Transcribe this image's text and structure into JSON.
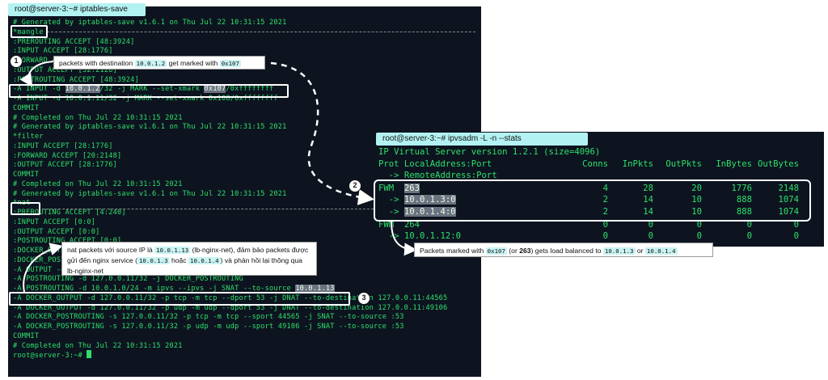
{
  "left_terminal": {
    "title": "root@server-3:~# iptables-save",
    "lines": [
      "# Generated by iptables-save v1.6.1 on Thu Jul 22 10:31:15 2021",
      "*mangle",
      ":PREROUTING ACCEPT [48:3924]",
      ":INPUT ACCEPT [28:1776]",
      ":FORWARD ACCEPT [0:0]",
      ":OUTPUT ACCEPT [32:2128]",
      ":POSTROUTING ACCEPT [48:3924]",
      "-A INPUT -d 10.0.1.2/32 -j MARK --set-xmark 0x107/0xffffffff",
      "-A INPUT -d 10.0.1.11/32 -j MARK --set-xmark 0x108/0xffffffff",
      "COMMIT",
      "# Completed on Thu Jul 22 10:31:15 2021",
      "# Generated by iptables-save v1.6.1 on Thu Jul 22 10:31:15 2021",
      "*filter",
      ":INPUT ACCEPT [28:1776]",
      ":FORWARD ACCEPT [20:2148]",
      ":OUTPUT ACCEPT [28:1776]",
      "COMMIT",
      "# Completed on Thu Jul 22 10:31:15 2021",
      "# Generated by iptables-save v1.6.1 on Thu Jul 22 10:31:15 2021",
      "*nat",
      ":PREROUTING ACCEPT [4:240]",
      ":INPUT ACCEPT [0:0]",
      ":OUTPUT ACCEPT [0:0]",
      ":POSTROUTING ACCEPT [0:0]",
      ":DOCKER_OUTPUT - [0:0]",
      ":DOCKER_POSTROUTING - [0:0]",
      "-A OUTPUT -d 127.0.0.11/32 -j DOCKER_OUTPUT",
      "-A POSTROUTING -d 127.0.0.11/32 -j DOCKER_POSTROUTING",
      "-A POSTROUTING -d 10.0.1.0/24 -m ipvs --ipvs -j SNAT --to-source 10.0.1.13",
      "-A DOCKER_OUTPUT -d 127.0.0.11/32 -p tcp -m tcp --dport 53 -j DNAT --to-destination 127.0.0.11:44565",
      "-A DOCKER_OUTPUT -d 127.0.0.11/32 -p udp -m udp --dport 53 -j DNAT --to-destination 127.0.0.11:49106",
      "-A DOCKER_POSTROUTING -s 127.0.0.11/32 -p tcp -m tcp --sport 44565 -j SNAT --to-source :53",
      "-A DOCKER_POSTROUTING -s 127.0.0.11/32 -p udp -m udp --sport 49106 -j SNAT --to-source :53",
      "COMMIT",
      "# Completed on Thu Jul 22 10:31:15 2021",
      "root@server-3:~# "
    ],
    "mark_rule": {
      "prefix": "-A INPUT -d ",
      "ip": "10.0.1.2",
      "mid": "/32 -j MARK --set-xmark ",
      "mark": "0x107",
      "suffix": "/0xffffffff"
    },
    "snat_rule": {
      "prefix": "-A POSTROUTING -d 10.0.1.0/24 -m ipvs --ipvs -j SNAT --to-source ",
      "ip": "10.0.1.13"
    }
  },
  "right_terminal": {
    "title": "root@server-3:~# ipvsadm -L -n --stats",
    "version_line": "IP Virtual Server version 1.2.1 (size=4096)",
    "header_left": "Prot LocalAddress:Port",
    "header_cols": [
      "Conns",
      "InPkts",
      "OutPkts",
      "InBytes",
      "OutBytes"
    ],
    "subheader": "  -> RemoteAddress:Port",
    "rows": [
      {
        "left": "FWM  ",
        "addr": "263",
        "vals": [
          "4",
          "28",
          "20",
          "1776",
          "2148"
        ]
      },
      {
        "left": "  -> ",
        "addr": "10.0.1.3:0",
        "vals": [
          "2",
          "14",
          "10",
          "888",
          "1074"
        ]
      },
      {
        "left": "  -> ",
        "addr": "10.0.1.4:0",
        "vals": [
          "2",
          "14",
          "10",
          "888",
          "1074"
        ]
      },
      {
        "left": "FWM  ",
        "addr": "264",
        "vals": [
          "0",
          "0",
          "0",
          "0",
          "0"
        ]
      },
      {
        "left": "  -> ",
        "addr": "10.0.1.12:0",
        "vals": [
          "0",
          "0",
          "0",
          "0",
          "0"
        ]
      }
    ]
  },
  "callouts": {
    "one": {
      "number": "1",
      "t1": "packets with destination ",
      "c1": "10.0.1.2",
      "t2": " get marked with ",
      "c2": "0x107"
    },
    "two": {
      "number": "2",
      "t1": "Packets marked with ",
      "c1": "0x107",
      "t2": " (or ",
      "b1": "263",
      "t3": ") gets load balanced to ",
      "c2": "10.0.1.3",
      "t4": " or ",
      "c3": "10.0.1.4"
    },
    "three": {
      "number": "3",
      "t1": "nat packets với source IP là ",
      "c1": "10.0.1.13",
      "t2": " (lb-nginx-net), đảm bảo packets được gửi đến nginx service (",
      "c2": "10.0.1.3",
      "t3": " hoặc ",
      "c3": "10.0.1.4",
      "t4": ") và phản hồi lại thông qua lb-nginx-net"
    }
  }
}
